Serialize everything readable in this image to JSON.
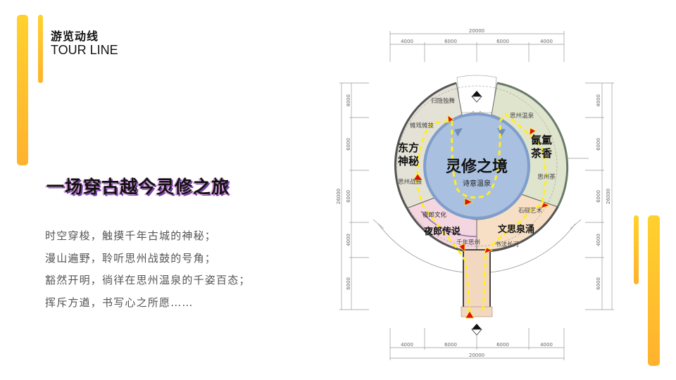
{
  "header": {
    "title_cn": "游览动线",
    "title_en": "TOUR LINE"
  },
  "headline": "一场穿古越今灵修之旅",
  "poem": [
    "时空穿梭，触摸千年古城的神秘；",
    "漫山遍野，聆听思州战鼓的号角；",
    "豁然开明，徜徉在思州温泉的千姿百态；",
    "挥斥方遒，书写心之所愿……"
  ],
  "colors": {
    "accent_yellow": "#ffc52e",
    "inner_circle": "#a9c0e0",
    "zone_grey": "#e4e2d6",
    "zone_green": "#dfe4cd",
    "zone_pink": "#f4d6e0",
    "zone_peach": "#f6dfc4",
    "route_yellow": "#ffee33",
    "arrow_red": "#e01010"
  },
  "plan": {
    "center": {
      "title": "灵修之境",
      "subtitle": "诗意温泉"
    },
    "zones": {
      "west": {
        "title_line1": "东方",
        "title_line2": "神秘",
        "labels": [
          "归隐独舞",
          "傩戏傩技",
          "思州战鼓"
        ]
      },
      "east": {
        "title_line1": "氤氲",
        "title_line2": "茶香",
        "labels": [
          "思州温泉",
          "思州茶"
        ]
      },
      "south_west": {
        "title": "夜郎传说",
        "labels": [
          "夜郎文化",
          "千年思州"
        ]
      },
      "south_east": {
        "title": "文思泉涌",
        "labels": [
          "石砚艺术",
          "书法长河"
        ]
      }
    },
    "dimensions": {
      "top_total": "20000",
      "top_segments": [
        "4000",
        "6000",
        "6000",
        "4000"
      ],
      "bottom_total": "20000",
      "bottom_segments": [
        "4000",
        "6000",
        "6000",
        "4000"
      ],
      "left_total": "26000",
      "left_segments": [
        "4000",
        "6000",
        "6000",
        "4000",
        "6000"
      ],
      "right_total": "26000",
      "right_segments": [
        "4000",
        "6000",
        "6000",
        "4000",
        "6000"
      ]
    }
  }
}
